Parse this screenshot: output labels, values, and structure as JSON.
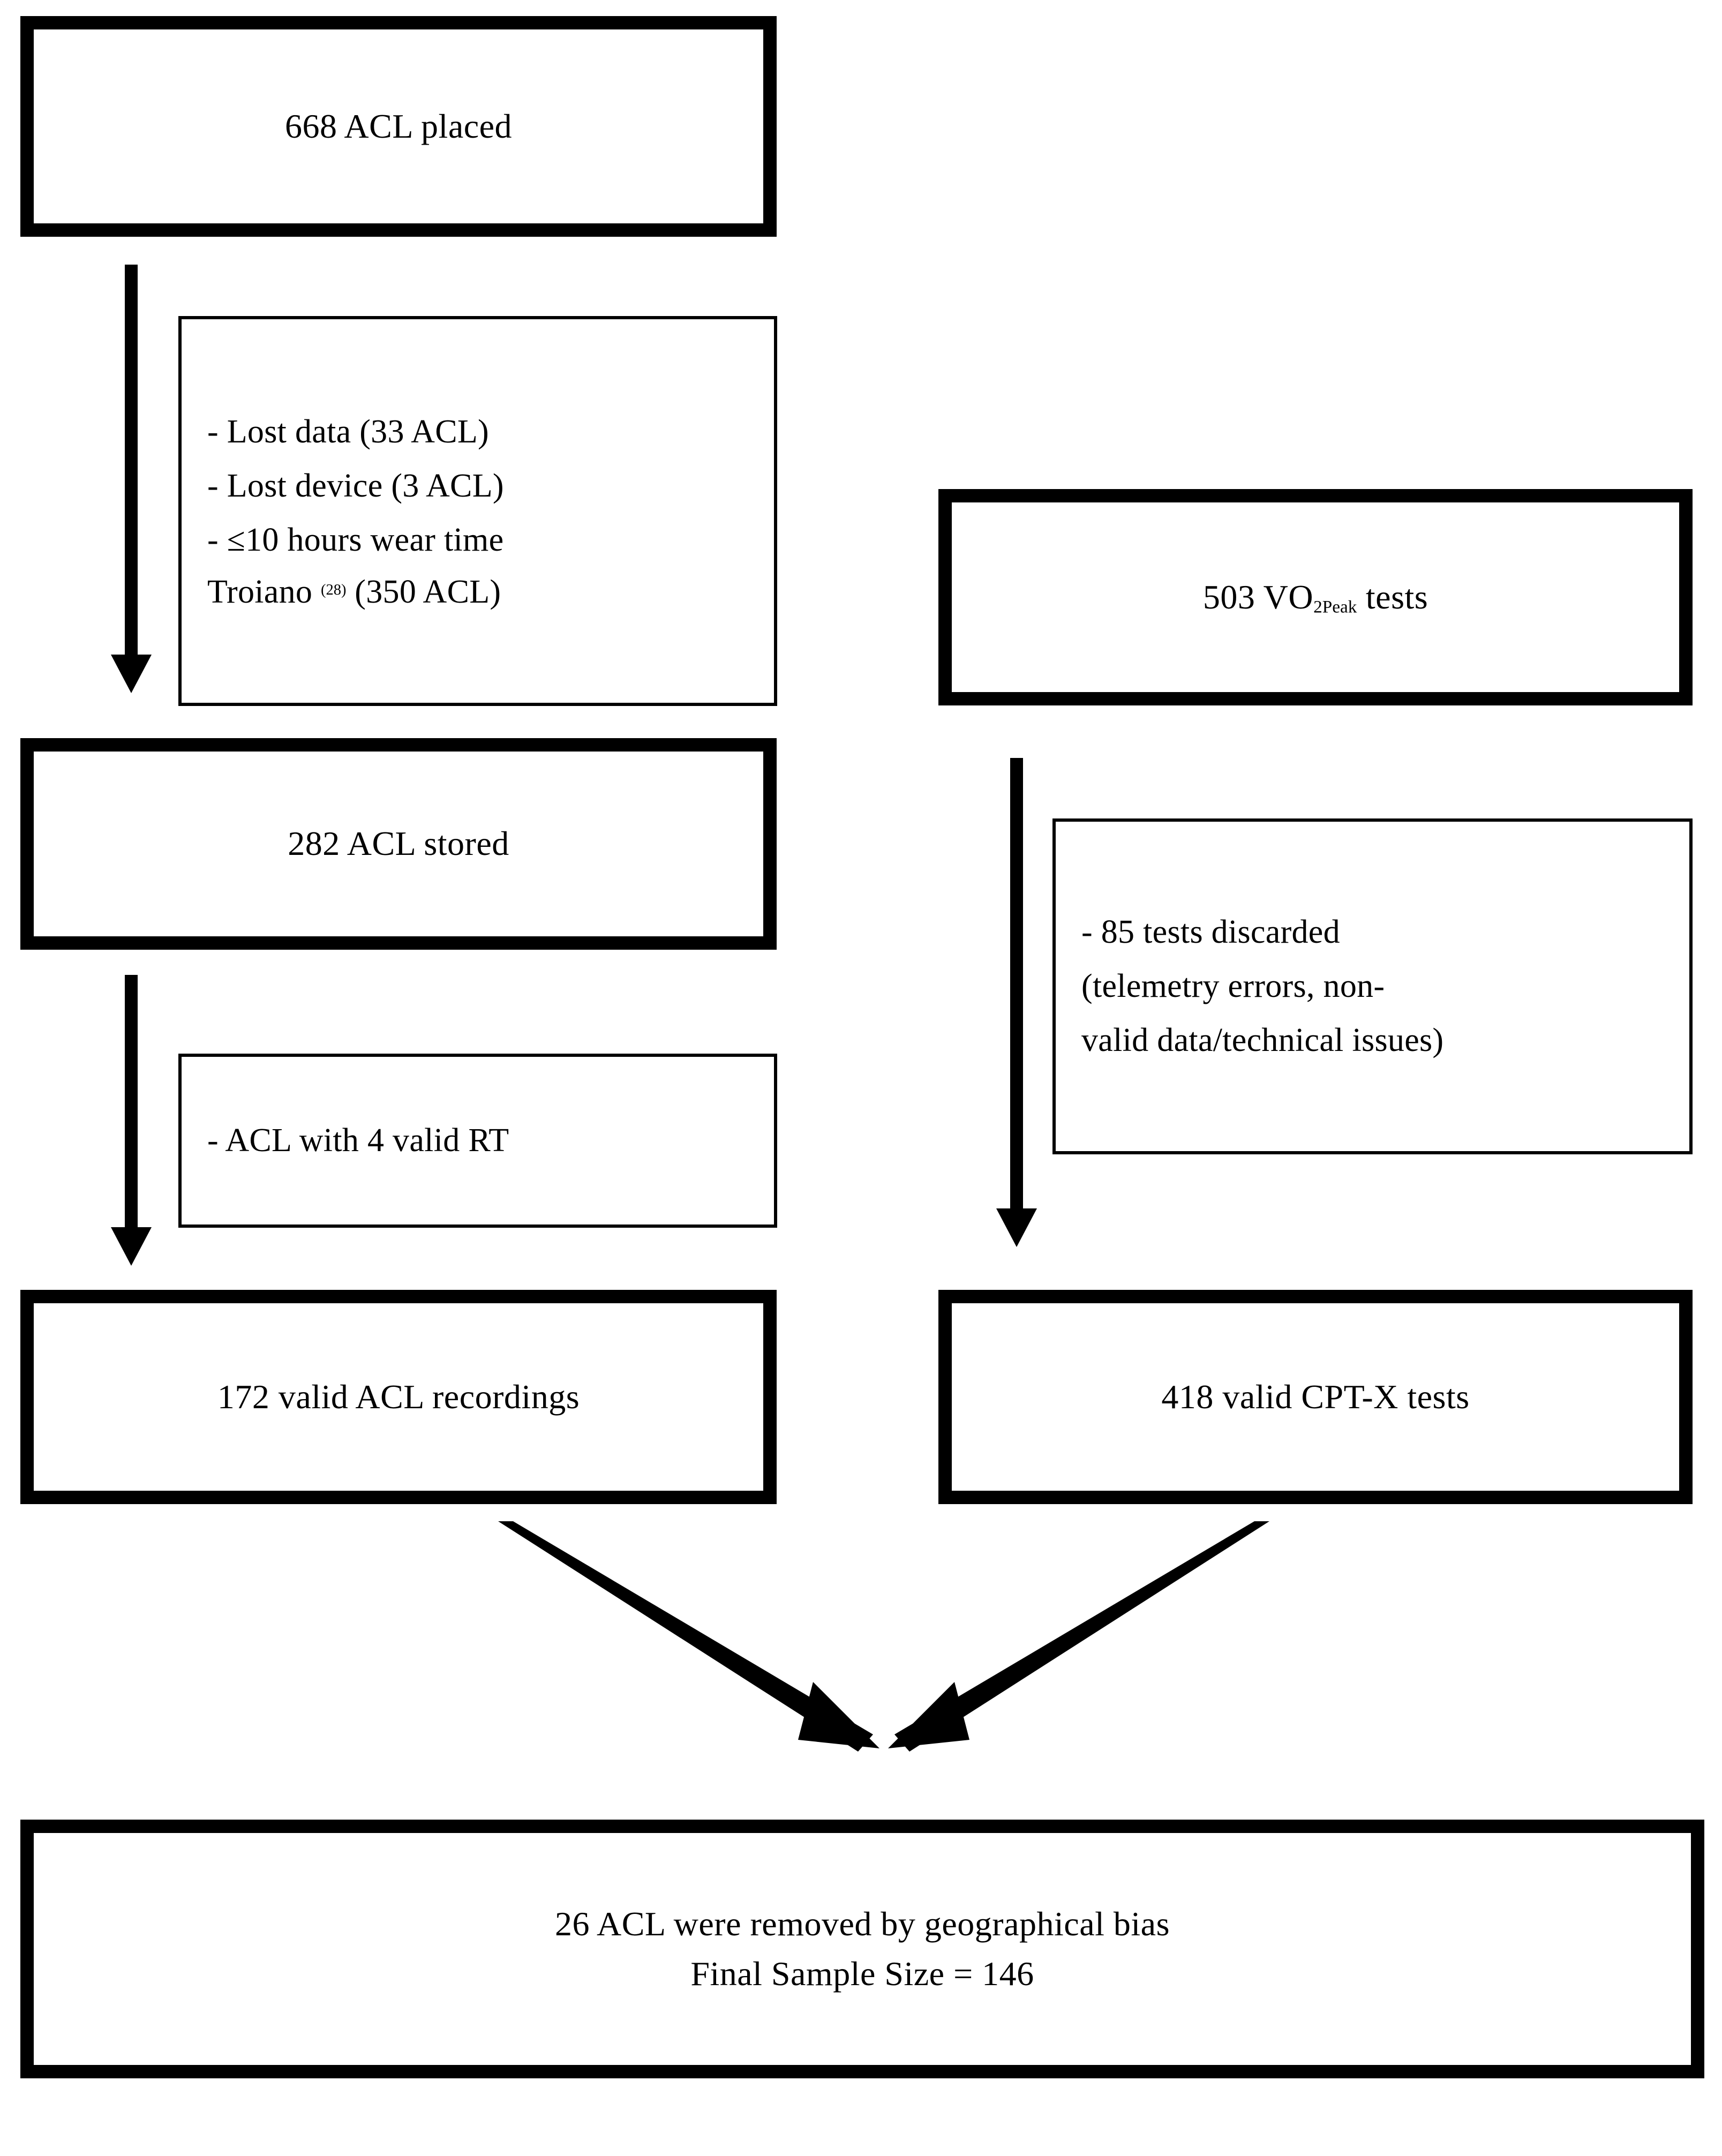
{
  "diagram": {
    "title_semantic": "study-participant-flow-chart",
    "stroke_color": "#000000",
    "background_color": "#ffffff",
    "nodes": {
      "acl_placed": "668 ACL placed",
      "acl_stored": "282 ACL stored",
      "vo2peak_tests_pre": "503 VO",
      "vo2peak_tests_sub": "2Peak",
      "vo2peak_tests_post": " tests",
      "acl_recordings": "172 valid ACL recordings",
      "cptx_tests": "418 valid CPT-X tests",
      "final_line1": "26 ACL were removed by geographical bias",
      "final_line2": "Final Sample Size = 146"
    },
    "exclusions_left": {
      "line1": "- Lost data (33 ACL)",
      "line2": "- Lost device (3 ACL)",
      "line3": "- ≤10 hours wear time",
      "line4_pre": "Troiano ",
      "line4_sup": "(28)",
      "line4_post": " (350 ACL)"
    },
    "exclusions_left2": {
      "line1": "- ACL with 4 valid RT"
    },
    "exclusions_right": {
      "line1": "- 85 tests discarded",
      "line2": "(telemetry errors, non-",
      "line3": "valid data/technical issues)"
    },
    "arrows": {
      "a1": "arrow-acl-placed-to-acl-stored",
      "a2": "arrow-acl-stored-to-acl-recordings",
      "a3": "arrow-vo2peak-to-cptx",
      "a4": "arrow-acl-recordings-to-final",
      "a5": "arrow-cptx-to-final"
    }
  }
}
